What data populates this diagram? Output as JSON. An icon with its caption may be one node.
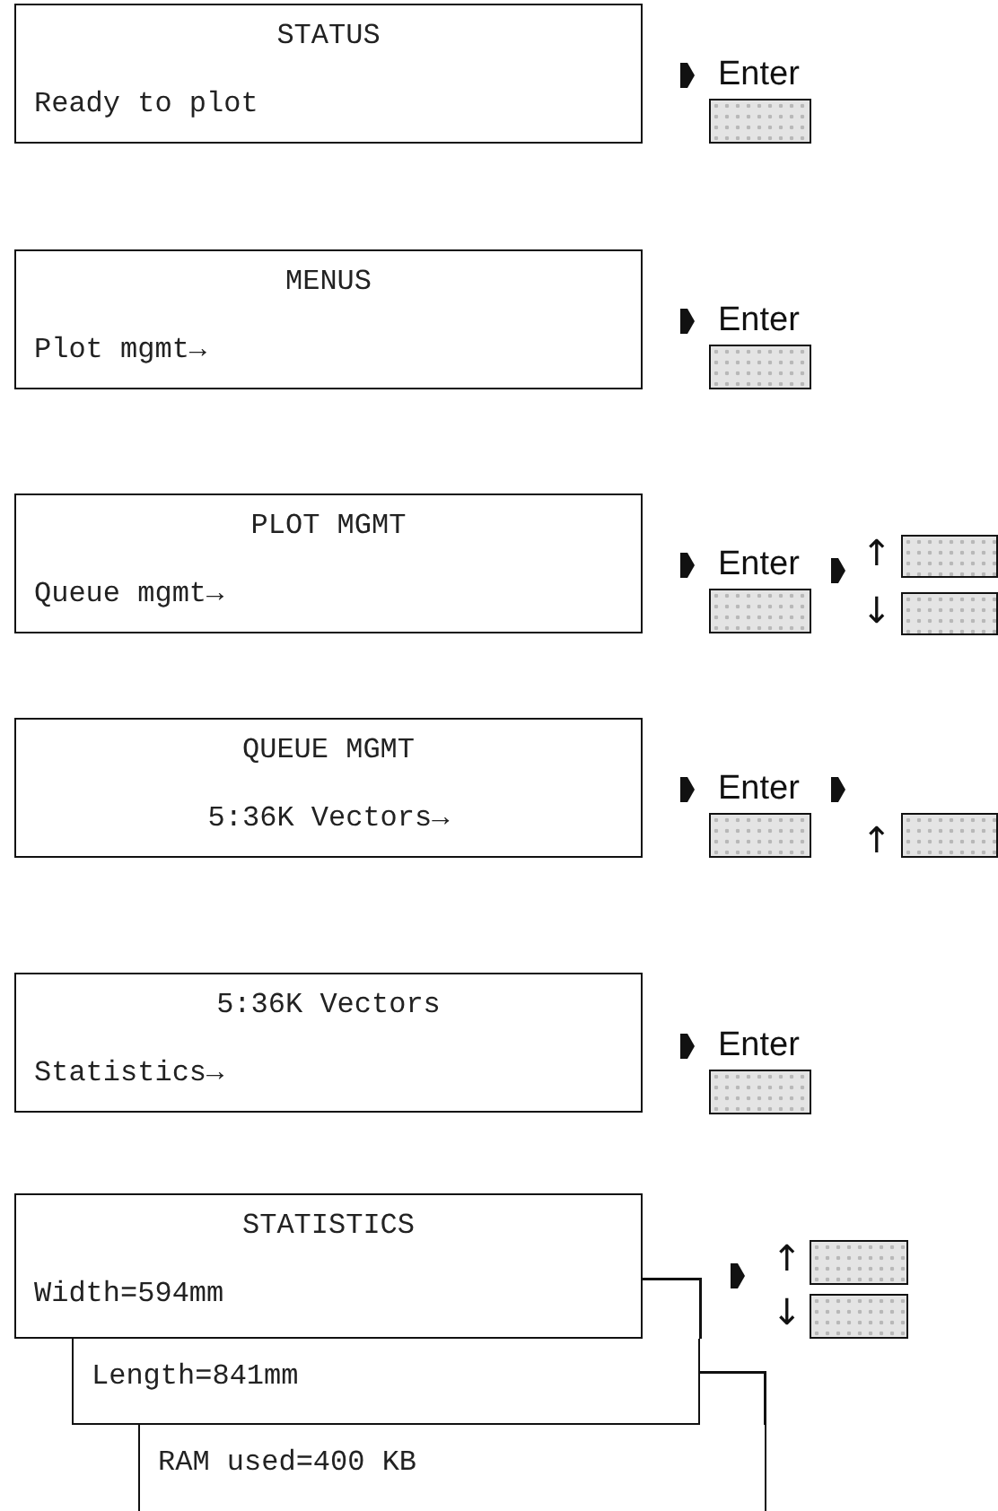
{
  "diagram": {
    "nodes": [
      {
        "text": [
          "STATUS",
          "Ready to plot"
        ]
      },
      {
        "text": [
          "Enter"
        ]
      },
      {
        "text": [
          "MENUS",
          "Plot mgmt→"
        ]
      },
      {
        "text": [
          "Enter"
        ]
      },
      {
        "text": [
          "PLOT MGMT",
          "Queue mgmt→"
        ]
      },
      {
        "text": [
          "Enter"
        ]
      },
      {
        "text": [],
        "shape": "box"
      },
      {
        "text": [],
        "shape": "box"
      },
      {
        "text": [
          "QUEUE MGMT",
          "5:36K Vectors→"
        ]
      },
      {
        "text": [
          "Enter"
        ]
      },
      {
        "text": [],
        "shape": "box"
      },
      {
        "text": [
          "5:36K Vectors",
          "Statistics→"
        ]
      },
      {
        "text": [
          "Enter"
        ]
      },
      {
        "text": [
          "STATISTICS",
          "Width=594mm"
        ]
      },
      {
        "text": [
          "Length=841mm"
        ]
      },
      {
        "text": [
          "RAM used=400 KB"
        ]
      },
      {
        "text": [],
        "shape": "box"
      },
      {
        "text": [],
        "shape": "box"
      }
    ],
    "labels": [
      "↑",
      "↓",
      "↑",
      "↑",
      "↓"
    ]
  }
}
